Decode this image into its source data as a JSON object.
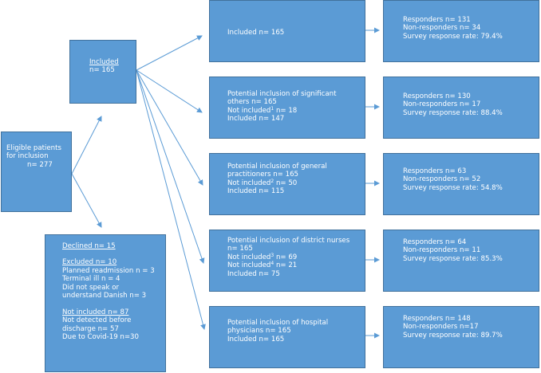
{
  "colors": {
    "box_fill": "#5b9bd5",
    "box_border": "#41719c",
    "text": "#ffffff"
  },
  "eligible": {
    "line1": "Eligible patients",
    "line2": "for inclusion",
    "line3": "n= 277"
  },
  "included": {
    "title": "Included",
    "count": "n= 165"
  },
  "declined": {
    "declined": "Declined n= 15",
    "excluded": "Excluded n= 10",
    "excluded_reasons": [
      "Planned readmission n = 3",
      "Terminal ill n = 4",
      "Did not speak or",
      "understand Danish n= 3"
    ],
    "not_included": "Not included n= 87",
    "not_included_reasons": [
      "Not detected before",
      "discharge n= 57",
      "Due to Covid-19 n=30"
    ]
  },
  "groups": [
    {
      "lines": [
        "Included n= 165"
      ],
      "responses": [
        "Responders n= 131",
        "Non-responders n= 34",
        "Survey response rate: 79.4%"
      ]
    },
    {
      "lines": [
        "Potential inclusion of significant",
        "others n= 165",
        "Not included",
        "Included n= 147"
      ],
      "not_included_sup": "1",
      "not_included_count": " n= 18",
      "responses": [
        "Responders n= 130",
        "Non-responders n= 17",
        "Survey response rate: 88.4%"
      ]
    },
    {
      "lines": [
        "Potential inclusion of general",
        "practitioners n= 165",
        "Not included",
        "Included n= 115"
      ],
      "not_included_sup": "2",
      "not_included_count": " n= 50",
      "responses": [
        "Responders n= 63",
        "Non-responders n= 52",
        "Survey response rate: 54.8%"
      ]
    },
    {
      "lines": [
        "Potential inclusion of district nurses",
        "n= 165",
        "Not included",
        "Not included",
        "Included n= 75"
      ],
      "sup_a": "3",
      "count_a": " n= 69",
      "sup_b": "4",
      "count_b": " n= 21",
      "responses": [
        "Responders n= 64",
        "Non-responders n= 11",
        "Survey response rate: 85.3%"
      ]
    },
    {
      "lines": [
        "Potential inclusion of hospital",
        "physicians n= 165",
        "Included n= 165"
      ],
      "responses": [
        "Responders n= 148",
        "Non-responders n=17",
        "Survey response rate: 89.7%"
      ]
    }
  ]
}
